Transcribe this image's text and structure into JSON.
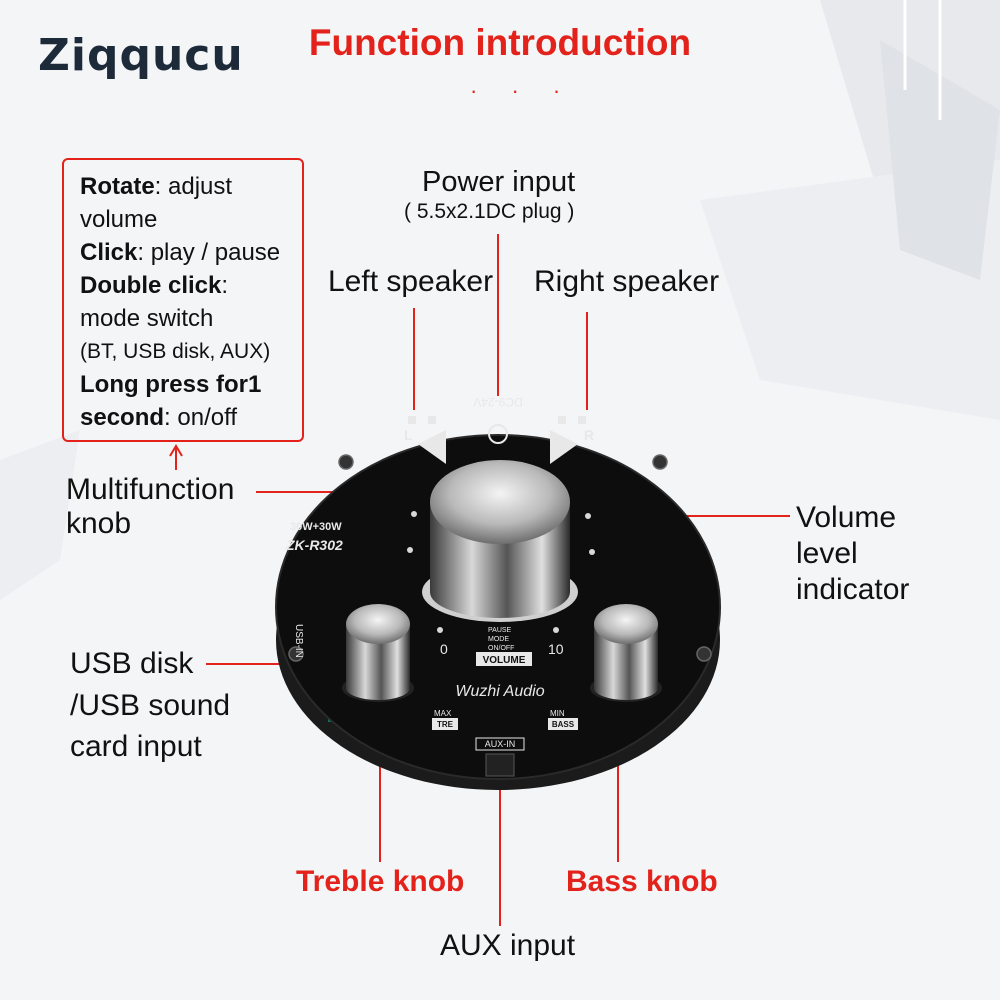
{
  "brand": {
    "logo": "Ziqqucu"
  },
  "title": "Function introduction",
  "dots": "· · ·",
  "infobox": {
    "rotate_key": "Rotate",
    "rotate_val": ": adjust",
    "rotate_val2": "volume",
    "click_key": "Click",
    "click_val": ": play / pause",
    "double_key": "Double click",
    "double_val": ":",
    "double_val2": "mode switch",
    "double_val3": "(BT, USB disk, AUX)",
    "long_key": "Long press for1",
    "long_key2": "second",
    "long_val": ": on/off"
  },
  "labels": {
    "power_input": "Power input",
    "power_plug": "( 5.5x2.1DC plug )",
    "left_speaker": "Left speaker",
    "right_speaker": "Right speaker",
    "multifunction_1": "Multifunction",
    "multifunction_2": "knob",
    "volume_1": "Volume",
    "volume_2": "level",
    "volume_3": "indicator",
    "usb_1": "USB disk",
    "usb_2": "/USB sound",
    "usb_3": "card input",
    "treble": "Treble knob",
    "bass": "Bass knob",
    "aux": "AUX input"
  },
  "pcb": {
    "power_rating": "30W+30W",
    "model": "ZK-R302",
    "dc": "DC9-24V",
    "usb_in": "USB-IN",
    "aux_in": "AUX-IN",
    "brand_script": "Wuzhi Audio",
    "vol_min": "0",
    "vol_max": "10",
    "volume": "VOLUME",
    "pause": "PAUSE",
    "mode": "MODE",
    "onoff": "ON/OFF",
    "tre": "TRE",
    "bass": "BASS",
    "max": "MAX",
    "min": "MIN",
    "left_ch": "L",
    "right_ch": "R"
  },
  "colors": {
    "accent": "#e3231b",
    "logo_teal": "#1aa9a4",
    "pcb": "#0d0d0d"
  }
}
